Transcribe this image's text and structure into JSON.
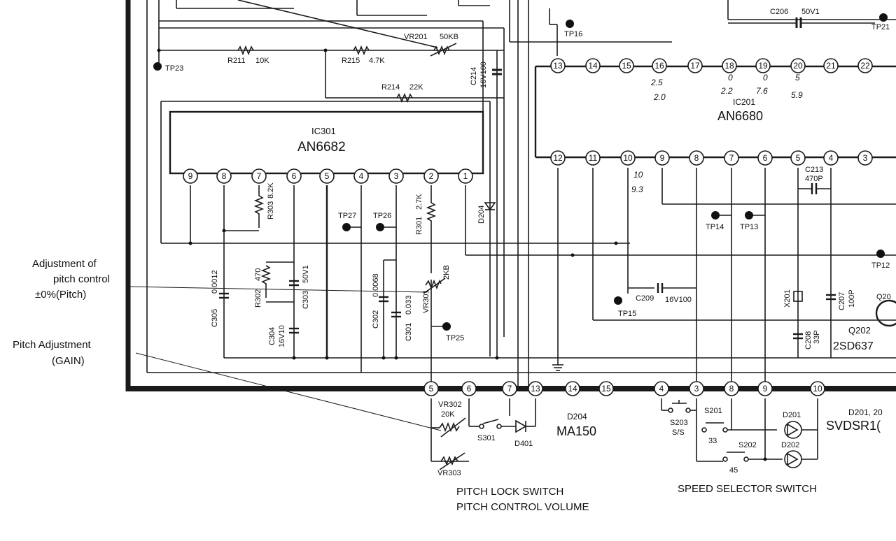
{
  "ic301": {
    "ref": "IC301",
    "part": "AN6682",
    "pins": [
      "9",
      "8",
      "7",
      "6",
      "5",
      "4",
      "3",
      "2",
      "1"
    ]
  },
  "ic201": {
    "ref": "IC201",
    "part": "AN6680",
    "top_pins": [
      "13",
      "14",
      "15",
      "16",
      "17",
      "18",
      "19",
      "20",
      "21",
      "22"
    ],
    "bottom_pins": [
      "12",
      "11",
      "10",
      "9",
      "8",
      "7",
      "6",
      "5",
      "4",
      "3"
    ]
  },
  "connector_pins": [
    "5",
    "6",
    "7",
    "13",
    "14",
    "15",
    "4",
    "3",
    "8",
    "9",
    "10"
  ],
  "components": {
    "r211": "R211",
    "r211_val": "10K",
    "r215": "R215",
    "r215_val": "4.7K",
    "vr201": "VR201",
    "vr201_val": "50KB",
    "r214": "R214",
    "r214_val": "22K",
    "c214": "C214",
    "c214_val": "16V100",
    "c206": "C206",
    "c206_val": "50V1",
    "tp16": "TP16",
    "tp23": "TP23",
    "tp21": "TP21",
    "tp27": "TP27",
    "tp26": "TP26",
    "tp25": "TP25",
    "tp14": "TP14",
    "tp13": "TP13",
    "tp15": "TP15",
    "tp12": "TP12",
    "r303": "R303",
    "r303_val": "8.2K",
    "r301": "R301",
    "r301_val": "2.7K",
    "d204": "D204",
    "c305": "C305",
    "c305_val": "0.0012",
    "r302": "R302",
    "r302_val": "470",
    "c303": "C303",
    "c303_val": "50V1",
    "c304": "C304",
    "c304_val": "16V10",
    "c302": "C302",
    "c302_val": "0.0068",
    "c301": "C301",
    "c301_val": "0.033",
    "vr301": "VR301",
    "vr301_val": "2KB",
    "c209": "C209",
    "c209_val": "16V100",
    "c213": "C213",
    "c213_val": "470P",
    "x201": "X201",
    "c207": "C207",
    "c207_val": "100P",
    "c208": "C208",
    "c208_val": "33P",
    "q202": "Q202",
    "q202_part": "2SD637",
    "q20_partial": "Q20",
    "vr302": "VR302",
    "vr302_val": "20K",
    "vr303": "VR303",
    "s301": "S301",
    "d401": "D401",
    "d204_part_ref": "D204",
    "d204_part": "MA150",
    "s203": "S203",
    "s203_sub": "S/S",
    "s201": "S201",
    "s201_sub": "33",
    "s202": "S202",
    "s202_sub": "45",
    "d201": "D201",
    "d202": "D202",
    "d201_part_ref": "D201, 20",
    "d201_part": "SVDSR1("
  },
  "annotations": {
    "adjust_pitch": [
      "Adjustment of",
      "pitch control",
      "±0%(Pitch)"
    ],
    "pitch_gain": [
      "Pitch Adjustment",
      "(GAIN)"
    ],
    "pitch_lock": "PITCH LOCK SWITCH",
    "pitch_volume": "PITCH CONTROL VOLUME",
    "speed_selector": "SPEED SELECTOR SWITCH"
  },
  "handwritten": {
    "p16": [
      "2.5",
      "2.0"
    ],
    "p18": [
      "0",
      "2.2"
    ],
    "p19": [
      "0",
      "7.6"
    ],
    "p20": [
      "5",
      "5.9"
    ],
    "p10": [
      "10",
      "9.3"
    ]
  }
}
